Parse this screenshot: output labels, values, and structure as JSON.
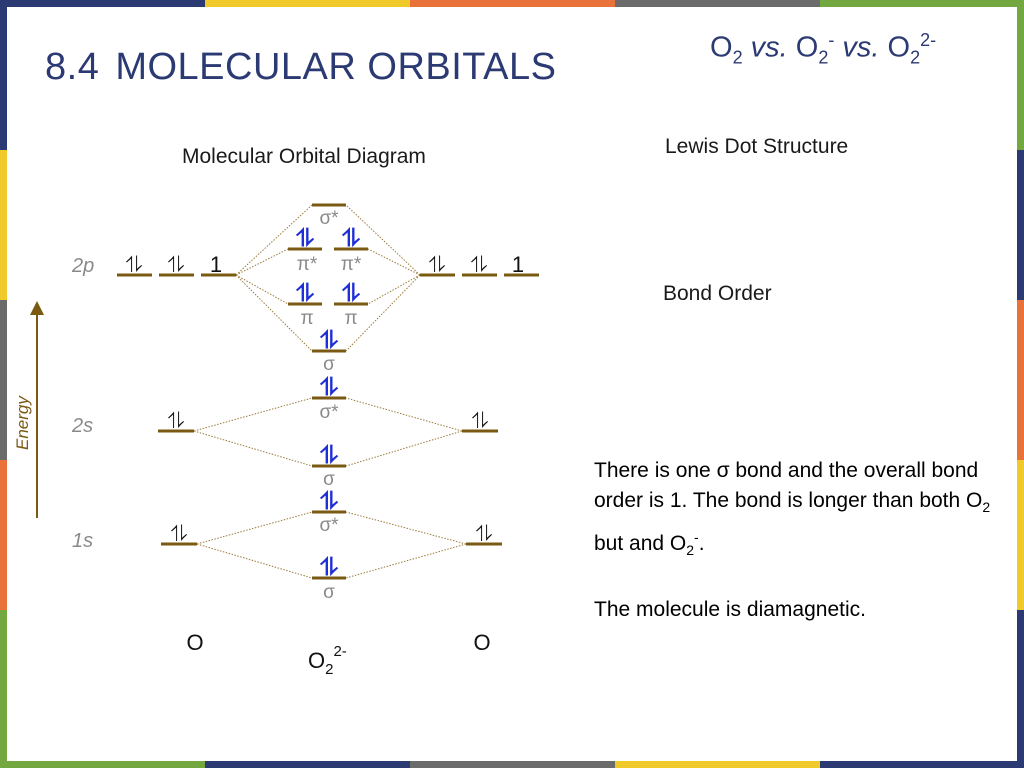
{
  "header": {
    "number": "8.4",
    "title": "MOLECULAR ORBITALS",
    "comparison": {
      "a": "O",
      "a_sub": "2",
      "vs": "vs.",
      "b": "O",
      "b_sub": "2",
      "b_sup": "-",
      "c": "O",
      "c_sub": "2",
      "c_sup": "2-"
    }
  },
  "sections": {
    "mo_heading": "Molecular Orbital Diagram",
    "lewis_heading": "Lewis Dot Structure",
    "bond_order_heading": "Bond Order"
  },
  "explanation": {
    "line1_pre": "There is one σ bond and the overall bond order is 1. The bond is longer than both O",
    "line1_sub1": "2",
    "line1_mid": " but and O",
    "line1_sub2": "2",
    "line1_sup2": "-",
    "line1_end": ".",
    "line2": "The molecule is diamagnetic."
  },
  "diagram": {
    "axis_label": "Energy",
    "level_labels": {
      "p2": "2p",
      "s2": "2s",
      "s1": "1s"
    },
    "atom_left": "O",
    "atom_right": "O",
    "molecule": {
      "base": "O",
      "sub": "2",
      "sup": "2-"
    },
    "orbitals": {
      "sigma_star_2p": {
        "label": "σ*",
        "electrons": ""
      },
      "pi_star_a": {
        "label": "π*",
        "electrons": "⥮"
      },
      "pi_star_b": {
        "label": "π*",
        "electrons": "⥮"
      },
      "pi_a": {
        "label": "π",
        "electrons": "⥮"
      },
      "pi_b": {
        "label": "π",
        "electrons": "⥮"
      },
      "sigma_2p": {
        "label": "σ",
        "electrons": "⥮"
      },
      "sigma_star_2s": {
        "label": "σ*",
        "electrons": "⥮"
      },
      "sigma_2s": {
        "label": "σ",
        "electrons": "⥮"
      },
      "sigma_star_1s": {
        "label": "σ*",
        "electrons": "⥮"
      },
      "sigma_1s": {
        "label": "σ",
        "electrons": "⥮"
      }
    },
    "atomic": {
      "left_2p": [
        "⥮",
        "⥮",
        "1"
      ],
      "right_2p": [
        "⥮",
        "⥮",
        "1"
      ],
      "left_2s": "⥮",
      "right_2s": "⥮",
      "left_1s": "⥮",
      "right_1s": "⥮"
    }
  },
  "colors": {
    "title": "#2c3a73",
    "level_line": "#7a5a12",
    "electron_mo": "#1f2fd6",
    "electron_atomic": "#111111",
    "label_gray": "#8a8a8a",
    "stripe_navy": "#2c3a73",
    "stripe_orange": "#e8723a",
    "stripe_yellow": "#f0c92a",
    "stripe_green": "#73a840",
    "stripe_gray": "#6b6b6b"
  }
}
